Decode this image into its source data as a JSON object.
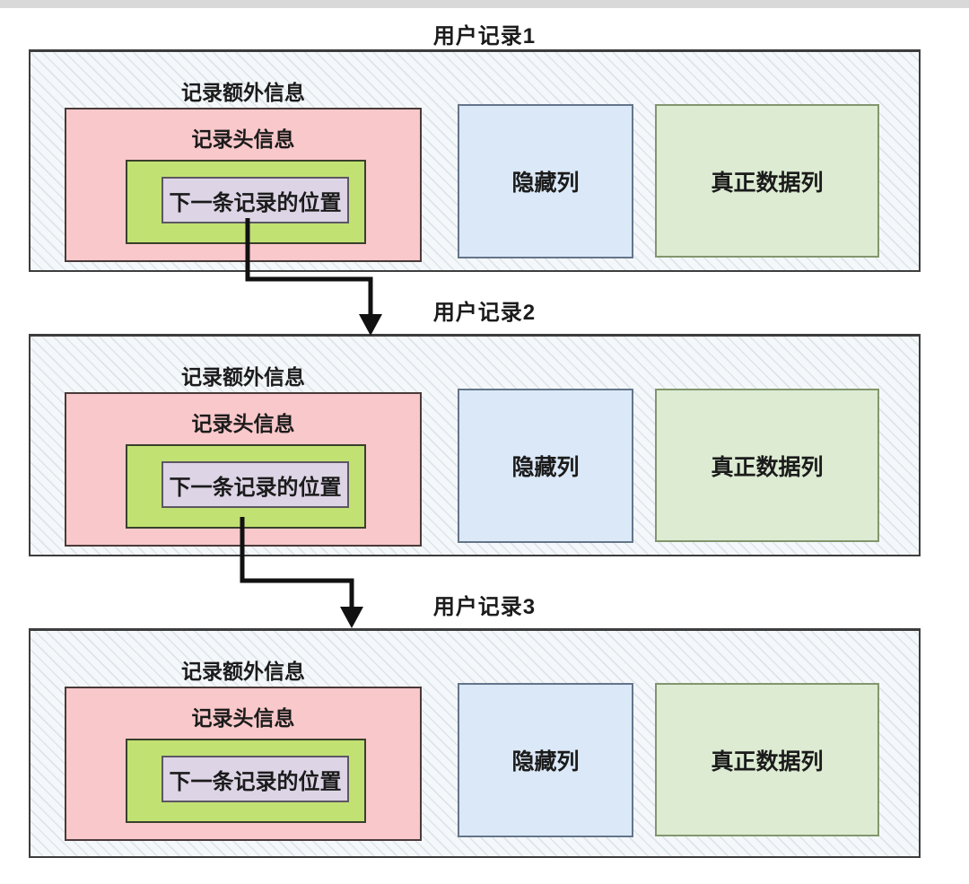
{
  "page": {
    "background": "#ffffff",
    "top_bar_color": "#d9d9d9"
  },
  "colors": {
    "container_fill": "#f5f8fa",
    "container_hatch_line": "#b7c9d4",
    "container_border": "#3d3d3d",
    "record_header_fill": "#f9c8ca",
    "pointer_wrap_fill": "#c2e173",
    "pointer_fill": "#ddd4e6",
    "hidden_columns_fill": "#dbe8f7",
    "real_data_columns_fill": "#dcebd2",
    "arrow_color": "#111111"
  },
  "records": [
    {
      "title": "用户记录1",
      "extra_info_label": "记录额外信息",
      "header_label": "记录头信息",
      "next_record_pointer_label": "下一条记录的位置",
      "hidden_columns_label": "隐藏列",
      "real_data_columns_label": "真正数据列"
    },
    {
      "title": "用户记录2",
      "extra_info_label": "记录额外信息",
      "header_label": "记录头信息",
      "next_record_pointer_label": "下一条记录的位置",
      "hidden_columns_label": "隐藏列",
      "real_data_columns_label": "真正数据列"
    },
    {
      "title": "用户记录3",
      "extra_info_label": "记录额外信息",
      "header_label": "记录头信息",
      "next_record_pointer_label": "下一条记录的位置",
      "hidden_columns_label": "隐藏列",
      "real_data_columns_label": "真正数据列"
    }
  ],
  "links": [
    {
      "from_record": "用户记录1",
      "to_record": "用户记录2"
    },
    {
      "from_record": "用户记录2",
      "to_record": "用户记录3"
    }
  ]
}
